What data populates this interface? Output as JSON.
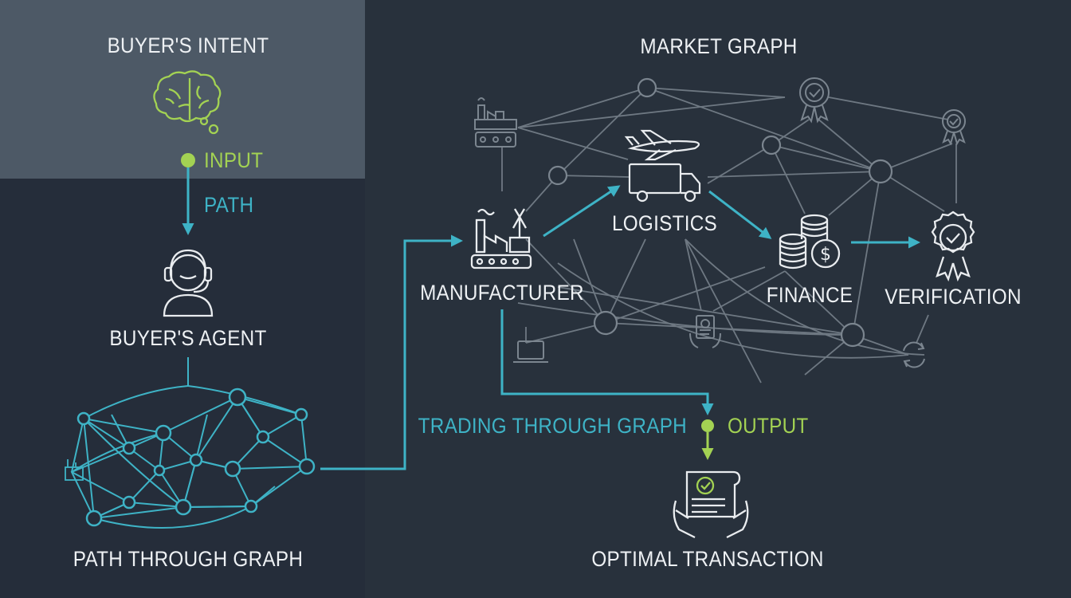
{
  "left_panel": {
    "title": "BUYER'S INTENT",
    "input_label": "INPUT",
    "path_label": "PATH",
    "agent_label": "BUYER'S AGENT",
    "graph_label": "PATH THROUGH GRAPH"
  },
  "market_graph": {
    "title": "MARKET GRAPH",
    "nodes": {
      "manufacturer": "MANUFACTURER",
      "logistics": "LOGISTICS",
      "finance": "FINANCE",
      "verification": "VERIFICATION"
    },
    "trading_label": "TRADING THROUGH GRAPH",
    "output_label": "OUTPUT",
    "result_label": "OPTIMAL TRANSACTION"
  },
  "colors": {
    "background": "#28313c",
    "intent_panel": "#4d5966",
    "agent_panel": "#252d3a",
    "accent_green": "#a3d253",
    "accent_teal": "#3eb3c6",
    "network_gray": "#7b858f",
    "text_white": "#eef1f4"
  },
  "icons": [
    "brain-icon",
    "headset-agent-icon",
    "factory-icon",
    "airplane-icon",
    "truck-icon",
    "coins-icon",
    "badge-icon",
    "document-check-icon",
    "laptop-icon",
    "refresh-icon"
  ]
}
